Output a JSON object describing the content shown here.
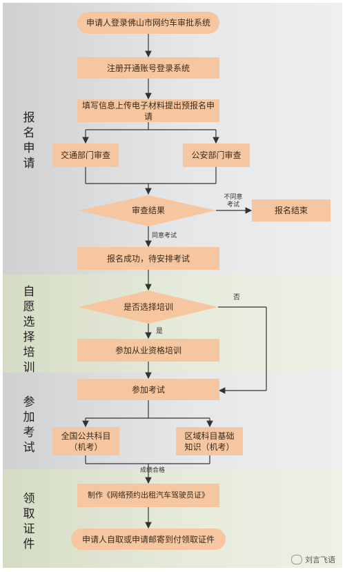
{
  "sections": [
    {
      "label": "报名申请"
    },
    {
      "label": "自愿选择培训"
    },
    {
      "label": "参加考试"
    },
    {
      "label": "领取证件"
    }
  ],
  "nodes": {
    "login": "申请人登录佛山市网约车审批系统",
    "register": "注册开通账号登录系统",
    "fill": "填写信息上传电子材料提出预报名申请",
    "traffic_review": "交通部门审查",
    "police_review": "公安部门审查",
    "review_result": "审查结果",
    "end": "报名结束",
    "success": "报名成功，待安排考试",
    "choose_training": "是否选择培训",
    "training": "参加从业资格培训",
    "exam": "参加考试",
    "national": "全国公共科目（机考）",
    "regional": "区域科目基础知识（机考）",
    "make_cert": "制作《网络预约出租汽车驾驶员证》",
    "collect": "申请人自取或申请邮寄到付领取证件"
  },
  "edge_labels": {
    "disagree": "不同意考试",
    "agree": "同意考试",
    "no": "否",
    "yes": "是",
    "pass": "成绩合格"
  },
  "watermark": "刘言飞语",
  "colors": {
    "node_fill": "#f6c6a0",
    "band_gray": "#dcdddf",
    "band_green": "#e4e9d8",
    "line": "#333333"
  }
}
